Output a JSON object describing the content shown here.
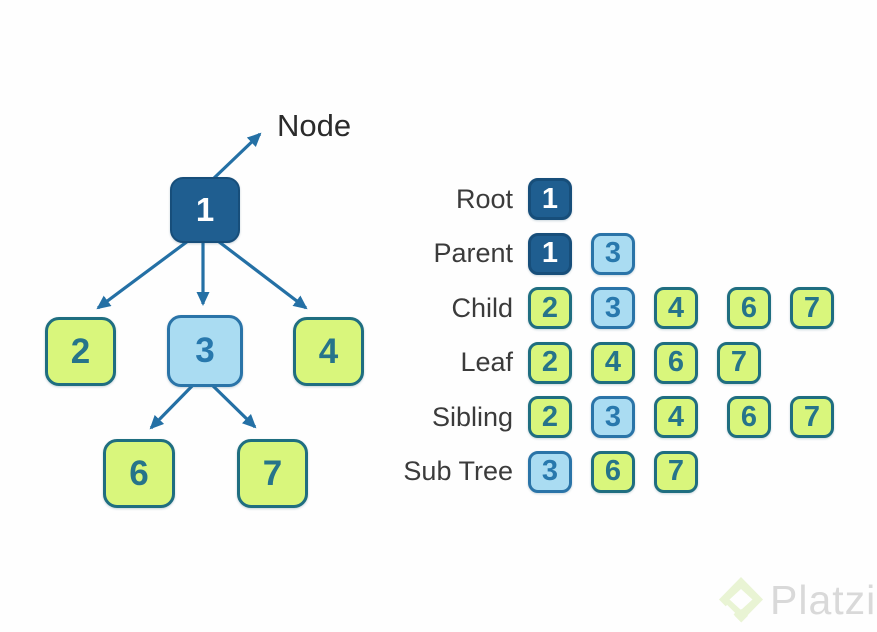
{
  "diagram": {
    "node_annotation": "Node",
    "nodes": [
      {
        "id": "1",
        "label": "1",
        "variant": "root"
      },
      {
        "id": "2",
        "label": "2",
        "variant": "leaf"
      },
      {
        "id": "3",
        "label": "3",
        "variant": "parent"
      },
      {
        "id": "4",
        "label": "4",
        "variant": "leaf"
      },
      {
        "id": "6",
        "label": "6",
        "variant": "leaf"
      },
      {
        "id": "7",
        "label": "7",
        "variant": "leaf"
      }
    ],
    "edges": [
      [
        "1",
        "2"
      ],
      [
        "1",
        "3"
      ],
      [
        "1",
        "4"
      ],
      [
        "3",
        "6"
      ],
      [
        "3",
        "7"
      ]
    ]
  },
  "legend": {
    "rows": [
      {
        "label": "Root",
        "boxes": [
          {
            "value": "1",
            "variant": "root"
          }
        ]
      },
      {
        "label": "Parent",
        "boxes": [
          {
            "value": "1",
            "variant": "root"
          },
          {
            "value": "3",
            "variant": "parent"
          }
        ]
      },
      {
        "label": "Child",
        "boxes": [
          {
            "value": "2",
            "variant": "leaf"
          },
          {
            "value": "3",
            "variant": "parent"
          },
          {
            "value": "4",
            "variant": "leaf"
          },
          {
            "value": "6",
            "variant": "leaf",
            "gap": true
          },
          {
            "value": "7",
            "variant": "leaf"
          }
        ]
      },
      {
        "label": "Leaf",
        "boxes": [
          {
            "value": "2",
            "variant": "leaf"
          },
          {
            "value": "4",
            "variant": "leaf"
          },
          {
            "value": "6",
            "variant": "leaf"
          },
          {
            "value": "7",
            "variant": "leaf"
          }
        ]
      },
      {
        "label": "Sibling",
        "boxes": [
          {
            "value": "2",
            "variant": "leaf"
          },
          {
            "value": "3",
            "variant": "parent"
          },
          {
            "value": "4",
            "variant": "leaf"
          },
          {
            "value": "6",
            "variant": "leaf",
            "gap": true
          },
          {
            "value": "7",
            "variant": "leaf"
          }
        ]
      },
      {
        "label": "Sub Tree",
        "boxes": [
          {
            "value": "3",
            "variant": "parent"
          },
          {
            "value": "6",
            "variant": "leaf"
          },
          {
            "value": "7",
            "variant": "leaf"
          }
        ]
      }
    ]
  },
  "watermark": {
    "brand": "Platzi"
  },
  "colors": {
    "root_fill": "#1f5e90",
    "parent_fill": "#aadcf2",
    "parent_border": "#2a74a8",
    "leaf_fill": "#d9f67c",
    "leaf_border": "#1f6e80",
    "arrow": "#2470a5",
    "label_text": "#3b3b3b"
  }
}
